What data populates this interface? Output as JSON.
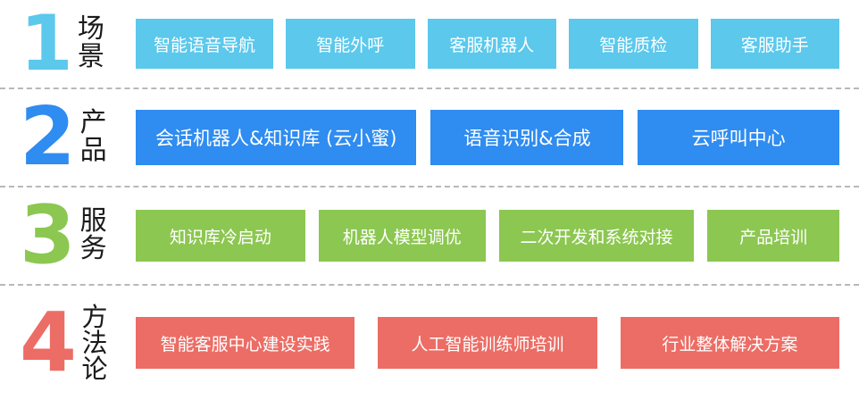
{
  "rows": [
    {
      "number": "1",
      "label": "场景",
      "color": "#5BC8EC",
      "chips": [
        "智能语音导航",
        "智能外呼",
        "客服机器人",
        "智能质检",
        "客服助手"
      ]
    },
    {
      "number": "2",
      "label": "产品",
      "color": "#2F8CF0",
      "chips": [
        "会话机器人&知识库 (云小蜜)",
        "语音识别&合成",
        "云呼叫中心"
      ]
    },
    {
      "number": "3",
      "label": "服务",
      "color": "#8CC751",
      "chips": [
        "知识库冷启动",
        "机器人模型调优",
        "二次开发和系统对接",
        "产品培训"
      ]
    },
    {
      "number": "4",
      "label": "方法论",
      "color": "#EC6D65",
      "chips": [
        "智能客服中心建设实践",
        "人工智能训练师培训",
        "行业整体解决方案"
      ]
    }
  ]
}
